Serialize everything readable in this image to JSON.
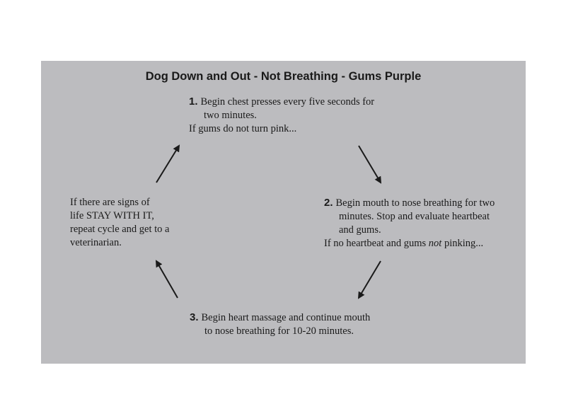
{
  "title": "Dog Down and Out - Not Breathing - Gums Purple",
  "step1": {
    "number": "1.",
    "line1": "Begin chest presses every five seconds for",
    "line2": "two minutes.",
    "line3": "If gums do not turn pink..."
  },
  "step2": {
    "number": "2.",
    "line1": "Begin mouth to nose breathing for two",
    "line2": "minutes. Stop and evaluate heartbeat",
    "line3": "and gums.",
    "line4_prefix": "If no heartbeat and gums ",
    "line4_emphasis": "not",
    "line4_suffix": " pinking..."
  },
  "step3": {
    "number": "3.",
    "line1": "Begin heart massage and continue mouth",
    "line2": "to nose breathing for 10-20 minutes."
  },
  "cycle_note": {
    "line1": "If there are signs of",
    "line2": "life STAY WITH IT,",
    "line3": "repeat cycle and get to a",
    "line4": "veterinarian."
  },
  "colors": {
    "panel": "#bcbcbf",
    "text": "#1a1a1a"
  }
}
